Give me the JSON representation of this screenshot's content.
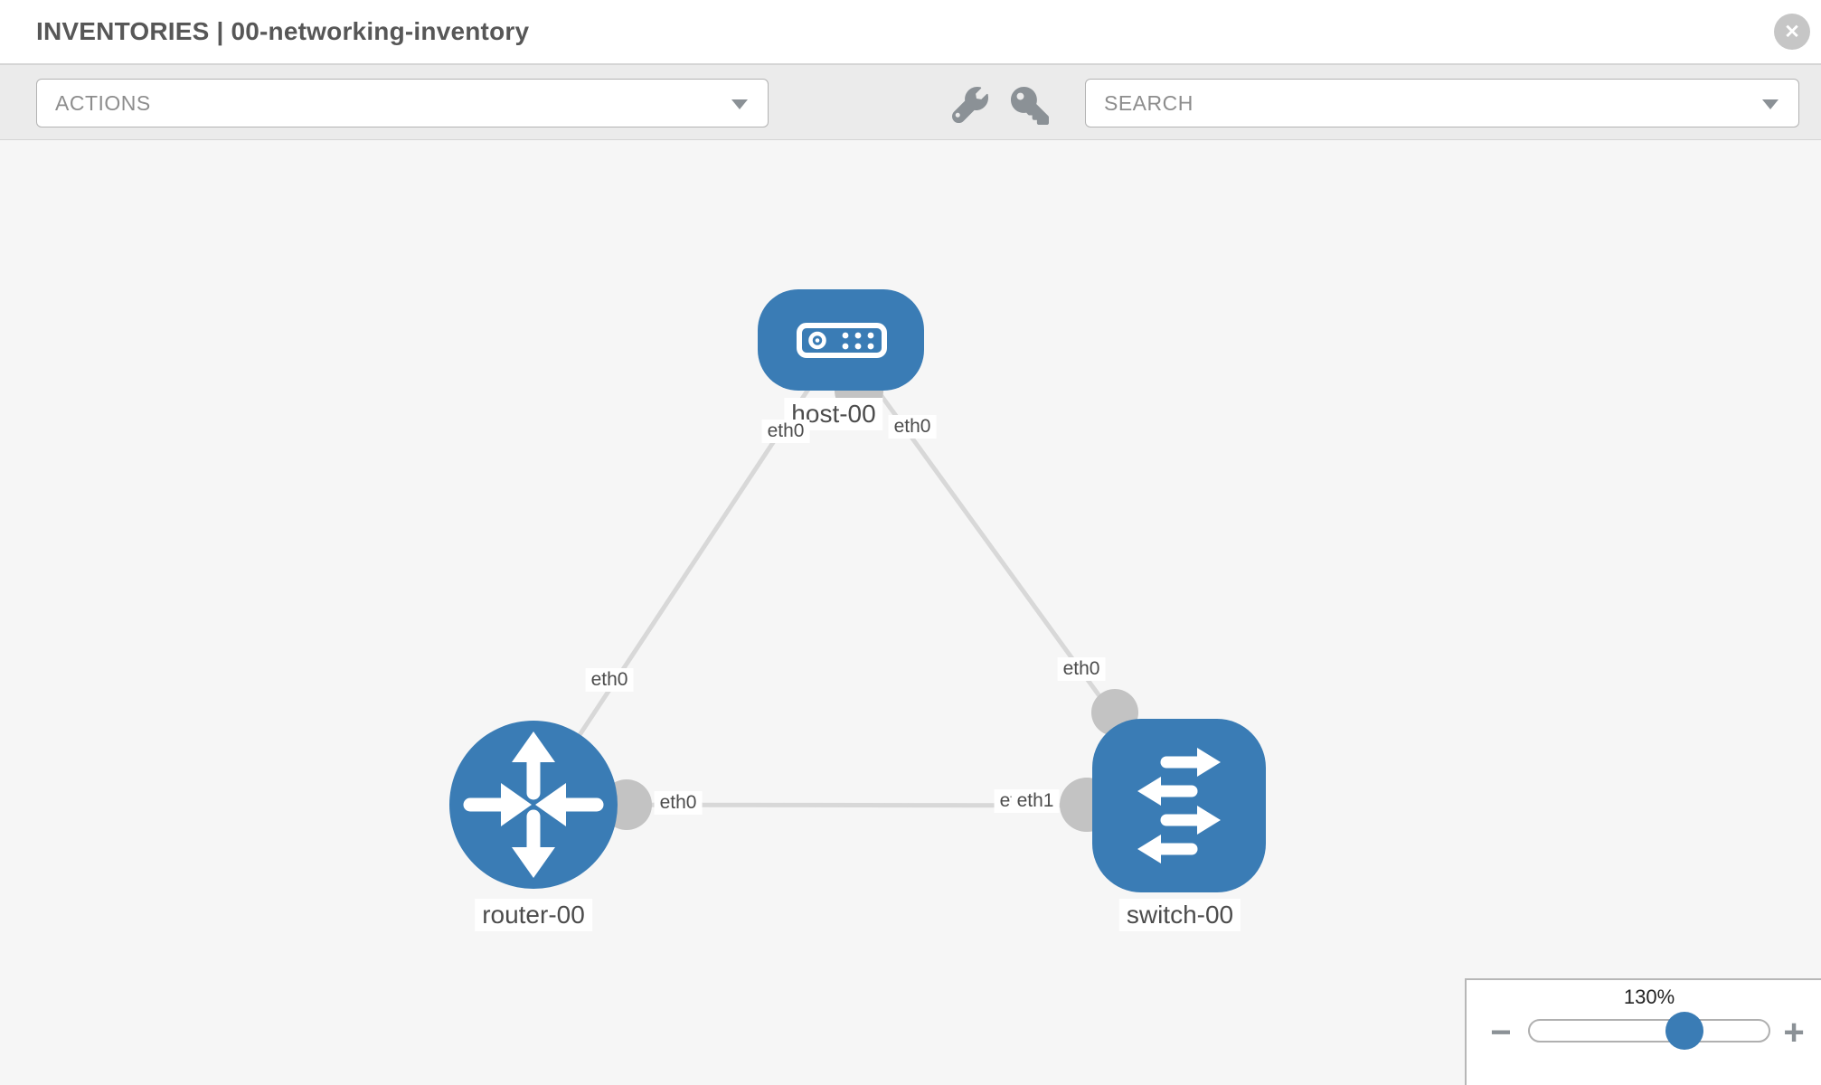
{
  "header": {
    "title": "INVENTORIES | 00-networking-inventory",
    "close_icon": "✕"
  },
  "toolbar": {
    "actions_label": "ACTIONS",
    "search_label": "SEARCH",
    "icons": [
      "wrench-icon",
      "key-icon"
    ]
  },
  "topology": {
    "nodes": [
      {
        "name": "host-00",
        "type": "host"
      },
      {
        "name": "router-00",
        "type": "router"
      },
      {
        "name": "switch-00",
        "type": "switch"
      }
    ],
    "links": [
      {
        "source": "host-00",
        "source_interface": "eth0",
        "target": "router-00",
        "target_interface": "eth0"
      },
      {
        "source": "host-00",
        "source_interface": "eth0",
        "target": "switch-00",
        "target_interface": "eth0"
      },
      {
        "source": "router-00",
        "source_interface": "eth0",
        "target": "switch-00",
        "target_interface": "eth1",
        "overlapped_interface": "eth0"
      }
    ]
  },
  "zoom_control": {
    "level": "130%",
    "minus_icon": "−",
    "plus_icon": "+"
  },
  "colors": {
    "node_blue": "#3a7cb5",
    "link_gray": "#d8d8d8",
    "dot_gray": "#c3c3c3",
    "icon_gray": "#8b9196"
  }
}
